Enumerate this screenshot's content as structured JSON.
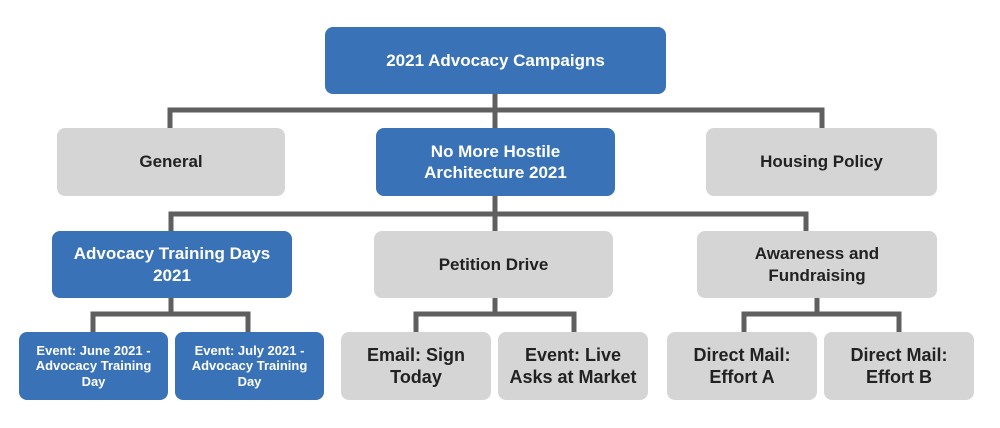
{
  "diagram": {
    "root": {
      "label": "2021 Advocacy Campaigns"
    },
    "level1": {
      "general": {
        "label": "General"
      },
      "hostile": {
        "label": "No More Hostile\nArchitecture 2021"
      },
      "housing": {
        "label": "Housing Policy"
      }
    },
    "level2": {
      "training": {
        "label": "Advocacy Training Days\n2021"
      },
      "petition": {
        "label": "Petition Drive"
      },
      "awareness": {
        "label": "Awareness and\nFundraising"
      }
    },
    "level3": {
      "june": {
        "label": "Event: June 2021 -\nAdvocacy Training\nDay"
      },
      "july": {
        "label": "Event: July 2021 -\nAdvocacy Training\nDay"
      },
      "email": {
        "label": "Email: Sign\nToday"
      },
      "market": {
        "label": "Event: Live\nAsks at Market"
      },
      "mail_a": {
        "label": "Direct Mail:\nEffort A"
      },
      "mail_b": {
        "label": "Direct Mail:\nEffort B"
      }
    },
    "colors": {
      "highlight": "#3a72b7",
      "normal": "#d5d5d5",
      "connector": "#5f5f5f"
    }
  }
}
